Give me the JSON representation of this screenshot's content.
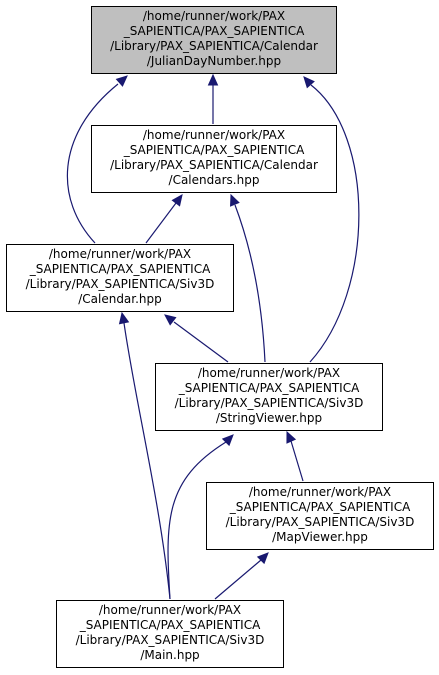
{
  "diagram": {
    "nodes": [
      {
        "id": "root",
        "lines": [
          "/home/runner/work/PAX",
          "_SAPIENTICA/PAX_SAPIENTICA",
          "/Library/PAX_SAPIENTICA/Calendar",
          "/JulianDayNumber.hpp"
        ]
      },
      {
        "id": "cals",
        "lines": [
          "/home/runner/work/PAX",
          "_SAPIENTICA/PAX_SAPIENTICA",
          "/Library/PAX_SAPIENTICA/Calendar",
          "/Calendars.hpp"
        ]
      },
      {
        "id": "cal",
        "lines": [
          "/home/runner/work/PAX",
          "_SAPIENTICA/PAX_SAPIENTICA",
          "/Library/PAX_SAPIENTICA/Siv3D",
          "/Calendar.hpp"
        ]
      },
      {
        "id": "sv",
        "lines": [
          "/home/runner/work/PAX",
          "_SAPIENTICA/PAX_SAPIENTICA",
          "/Library/PAX_SAPIENTICA/Siv3D",
          "/StringViewer.hpp"
        ]
      },
      {
        "id": "mv",
        "lines": [
          "/home/runner/work/PAX",
          "_SAPIENTICA/PAX_SAPIENTICA",
          "/Library/PAX_SAPIENTICA/Siv3D",
          "/MapViewer.hpp"
        ]
      },
      {
        "id": "main",
        "lines": [
          "/home/runner/work/PAX",
          "_SAPIENTICA/PAX_SAPIENTICA",
          "/Library/PAX_SAPIENTICA/Siv3D",
          "/Main.hpp"
        ]
      }
    ],
    "edges": [
      {
        "from": "cals",
        "to": "root"
      },
      {
        "from": "cal",
        "to": "root"
      },
      {
        "from": "sv",
        "to": "root"
      },
      {
        "from": "cal",
        "to": "cals"
      },
      {
        "from": "sv",
        "to": "cals"
      },
      {
        "from": "sv",
        "to": "cal"
      },
      {
        "from": "main",
        "to": "cal"
      },
      {
        "from": "mv",
        "to": "sv"
      },
      {
        "from": "main",
        "to": "sv"
      },
      {
        "from": "main",
        "to": "mv"
      }
    ],
    "colors": {
      "edge": "#191970",
      "root_fill": "#bfbfbf",
      "node_fill": "#ffffff",
      "node_border": "#000000"
    }
  }
}
